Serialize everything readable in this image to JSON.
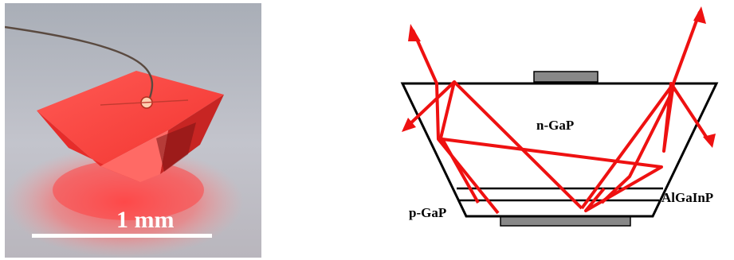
{
  "photo": {
    "scale_bar_label": "1 mm"
  },
  "diagram": {
    "labels": {
      "n_layer": "n-GaP",
      "active_layer": "AlGaInP",
      "p_layer": "p-GaP"
    },
    "colors": {
      "ray": "#ee1111",
      "contact": "#888888",
      "outline": "#000000"
    }
  }
}
